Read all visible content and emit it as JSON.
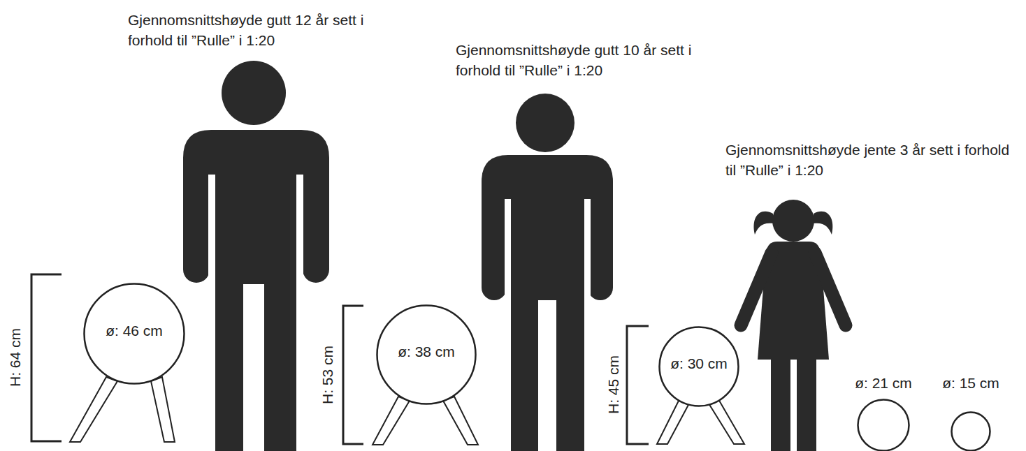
{
  "diagram": {
    "nodes": [
      {
        "text": [
          "ø: 46 cm"
        ]
      },
      {
        "text": [
          "ø: 38 cm"
        ]
      },
      {
        "text": [
          "ø: 30 cm"
        ]
      },
      {
        "text": [
          "ø: 21 cm"
        ]
      },
      {
        "text": [
          "ø: 15 cm"
        ]
      }
    ],
    "labels": [
      "Gjennomsnittshøyde gutt 12 år sett i forhold til ”Rulle” i 1:20",
      "Gjennomsnittshøyde gutt 10 år sett i forhold til ”Rulle” i 1:20",
      "Gjennomsnittshøyde jente 3 år sett i forhold til ”Rulle” i 1:20",
      "H: 64 cm",
      "H: 53 cm",
      "H: 45 cm"
    ]
  }
}
